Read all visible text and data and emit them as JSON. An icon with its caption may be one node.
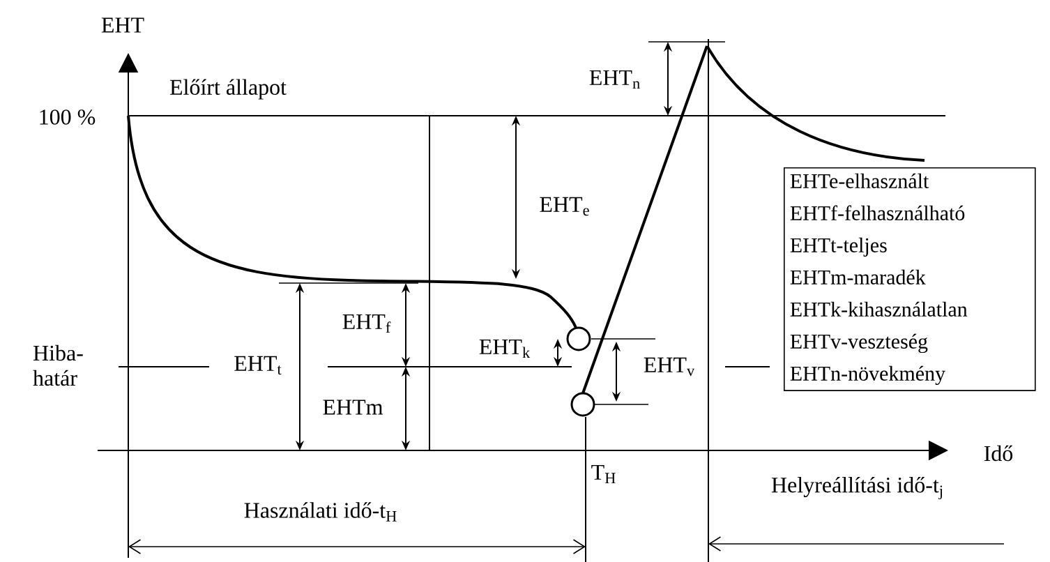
{
  "diagram": {
    "nodes": [
      {
        "text": [
          "EHTe-elhasznált",
          "EHTf-felhasználható",
          "EHTt-teljes",
          "EHTm-maradék",
          "EHTk-kihasználatlan",
          "EHTv-veszteség",
          "EHTn-növekmény"
        ]
      }
    ],
    "labels": [
      "EHT",
      "100 %",
      "Előírt állapot",
      "EHT$_{n}$",
      "EHT$_{e}$",
      "EHT$_{f}$",
      "Hiba- határ",
      "EHT$_{t}$",
      "EHT$_{k}$",
      "EHT$_{v}$",
      "EHTm",
      "T$_{H}$",
      "Idő",
      "Használati idő-t$_{H}$",
      "Helyreállítási idő-t$_{j}$"
    ]
  }
}
